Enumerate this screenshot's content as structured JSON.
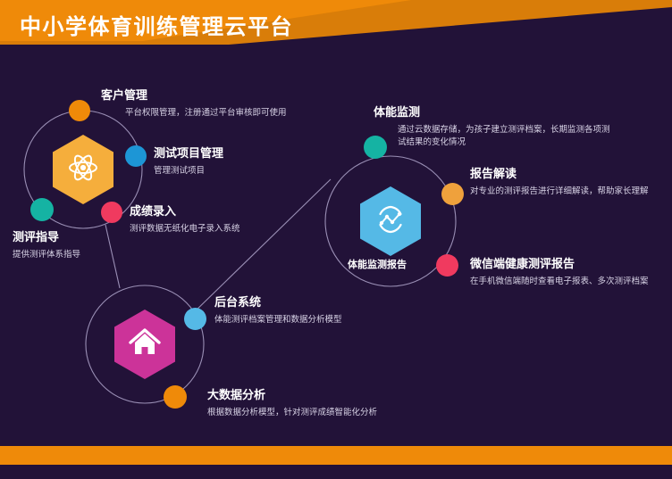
{
  "header": {
    "title": "中小学体育训练管理云平台",
    "bg_primary": "#ef8a09",
    "bg_shadow": "#d97d09"
  },
  "theme": {
    "background": "#221238",
    "ring_stroke": "#9a8fb5",
    "title_color": "#ffffff",
    "desc_color": "#d8d3e6",
    "orange": "#ef8a09",
    "amber": "#f5ae3c",
    "blue": "#1d96d6",
    "light_blue": "#55b9e6",
    "pink": "#f03a5f",
    "teal": "#15b3a3",
    "magenta": "#cc3399"
  },
  "clusters": [
    {
      "id": "customer-cluster",
      "icon": "atom-icon",
      "hex_color": "#f5ae3c",
      "center_label": "",
      "dots": [
        {
          "name": "dot-customer-management",
          "color": "#ef8a09"
        },
        {
          "name": "dot-test-project-management",
          "color": "#1d96d6"
        },
        {
          "name": "dot-score-entry",
          "color": "#f03a5f"
        },
        {
          "name": "dot-assessment-guidance",
          "color": "#15b3a3"
        }
      ]
    },
    {
      "id": "fitness-report-cluster",
      "icon": "analytics-icon",
      "hex_color": "#55b9e6",
      "center_label": "体能监测报告",
      "dots": [
        {
          "name": "dot-fitness-monitoring",
          "color": "#15b3a3"
        },
        {
          "name": "dot-report-interpretation",
          "color": "#efa13c"
        },
        {
          "name": "dot-wechat-health-report",
          "color": "#f03a5f"
        }
      ]
    },
    {
      "id": "backend-cluster",
      "icon": "home-icon",
      "hex_color": "#cc3399",
      "center_label": "",
      "dots": [
        {
          "name": "dot-backend-system",
          "color": "#55b9e6"
        },
        {
          "name": "dot-big-data-analysis",
          "color": "#ef8a09"
        }
      ]
    }
  ],
  "features": [
    {
      "key": "customer_management",
      "title": "客户管理",
      "desc": "平台权限管理，注册通过平台审核即可使用"
    },
    {
      "key": "test_project_management",
      "title": "测试项目管理",
      "desc": "管理测试项目"
    },
    {
      "key": "score_entry",
      "title": "成绩录入",
      "desc": "测评数据无纸化电子录入系统"
    },
    {
      "key": "assessment_guidance",
      "title": "测评指导",
      "desc": "提供测评体系指导"
    },
    {
      "key": "fitness_monitoring",
      "title": "体能监测",
      "desc": "通过云数据存储，为孩子建立测评档案，长期监测各项测试结果的变化情况"
    },
    {
      "key": "report_interpretation",
      "title": "报告解读",
      "desc": "对专业的测评报告进行详细解读，帮助家长理解"
    },
    {
      "key": "wechat_health_report",
      "title": "微信端健康测评报告",
      "desc": "在手机微信端随时查看电子报表、多次测评档案"
    },
    {
      "key": "backend_system",
      "title": "后台系统",
      "desc": "体能测评档案管理和数据分析模型"
    },
    {
      "key": "big_data_analysis",
      "title": "大数据分析",
      "desc": "根据数据分析模型，针对测评成绩智能化分析"
    }
  ]
}
